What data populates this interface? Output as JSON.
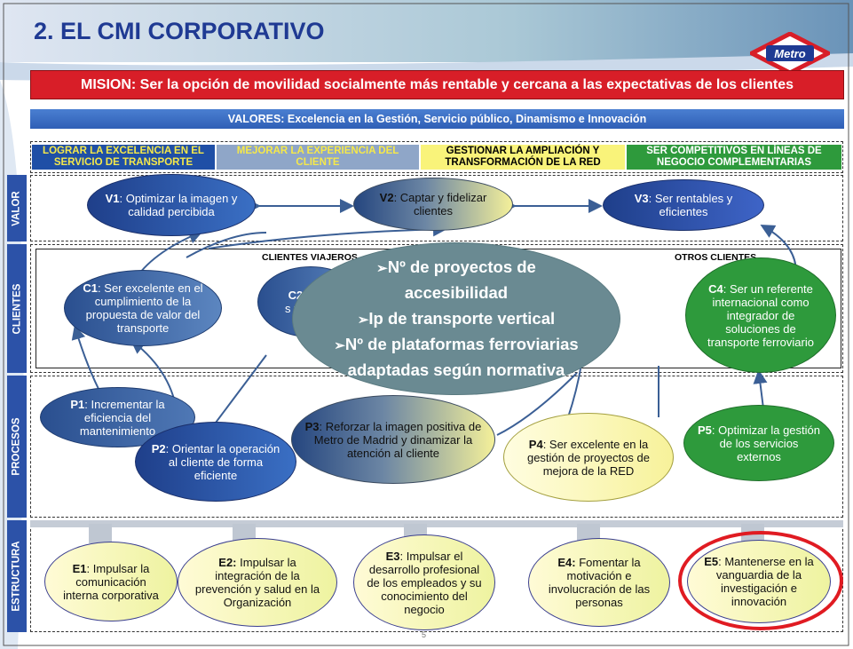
{
  "header": {
    "title": "2. EL CMI CORPORATIVO",
    "logo_text": "Metro"
  },
  "mision": "MISION: Ser la opción de movilidad socialmente más rentable y cercana a las expectativas de los clientes",
  "valores": "VALORES: Excelencia en la Gestión, Servicio público, Dinamismo e Innovación",
  "bands": [
    {
      "label": "LOGRAR LA EXCELENCIA EN EL SERVICIO DE TRANSPORTE",
      "color": "#1f4fa6",
      "text_color": "#f5e84a"
    },
    {
      "label": "MEJORAR LA EXPERIENCIA DEL CLIENTE",
      "color": "#8fa6c8",
      "text_color": "#f5e84a"
    },
    {
      "label": "GESTIONAR LA AMPLIACIÓN Y TRANSFORMACIÓN DE LA RED",
      "color": "#f9f37a",
      "text_color": "#000000"
    },
    {
      "label": "SER COMPETITIVOS EN LÍNEAS DE NEGOCIO COMPLEMENTARIAS",
      "color": "#2e9a3c",
      "text_color": "#ffffff"
    }
  ],
  "sections": {
    "valor": "VALOR",
    "clientes": "CLIENTES",
    "procesos": "PROCESOS",
    "estructura": "ESTRUCTURA"
  },
  "valor": {
    "v1": {
      "code": "V1",
      "text": ": Optimizar la imagen y calidad percibida"
    },
    "v2": {
      "code": "V2",
      "text": ": Captar y fidelizar clientes"
    },
    "v3": {
      "code": "V3",
      "text": ": Ser rentables y eficientes"
    }
  },
  "clientes": {
    "viajeros_label": "CLIENTES VIAJEROS",
    "otros_label": "OTROS CLIENTES",
    "c1": {
      "code": "C1",
      "text": ": Ser excelente en el cumplimiento de la propuesta de valor del transporte"
    },
    "c2": {
      "code": "C2",
      "text": "s va"
    },
    "c4": {
      "code": "C4",
      "text": ": Ser un referente internacional como integrador de soluciones de transporte ferroviario"
    }
  },
  "indicators": {
    "line1": "Nº de proyectos de",
    "line1b": "accesibilidad",
    "line2": "Ip de transporte vertical",
    "line3": "Nº de plataformas ferroviarias",
    "line3b": "adaptadas según normativa"
  },
  "procesos": {
    "p1": {
      "code": "P1",
      "text": ": Incrementar la eficiencia del mantenimiento"
    },
    "p2": {
      "code": "P2",
      "text": ": Orientar la operación al cliente de forma eficiente"
    },
    "p3": {
      "code": "P3",
      "text": ": Reforzar la imagen positiva de Metro de Madrid y dinamizar la atención al cliente"
    },
    "p4": {
      "code": "P4",
      "text": ": Ser excelente en la gestión de proyectos de mejora de la RED"
    },
    "p5": {
      "code": "P5",
      "text": ": Optimizar la gestión de los servicios externos"
    }
  },
  "estructura": {
    "e1": {
      "code": "E1",
      "text": ": Impulsar la comunicación interna corporativa"
    },
    "e2": {
      "code": "E2:",
      "text": " Impulsar la integración de la prevención y salud en la Organización"
    },
    "e3": {
      "code": "E3",
      "text": ": Impulsar el desarrollo profesional de los empleados y su conocimiento del negocio"
    },
    "e4": {
      "code": "E4:",
      "text": " Fomentar la motivación e involucración de las personas"
    },
    "e5": {
      "code": "E5",
      "text": ": Mantenerse en la vanguardia de la investigación e innovación"
    }
  },
  "page_number": "5",
  "colors": {
    "title": "#1f3a93",
    "mision_bg": "#d81e28",
    "section_label": "#2c52a8",
    "highlight_ring": "#e01b22"
  }
}
